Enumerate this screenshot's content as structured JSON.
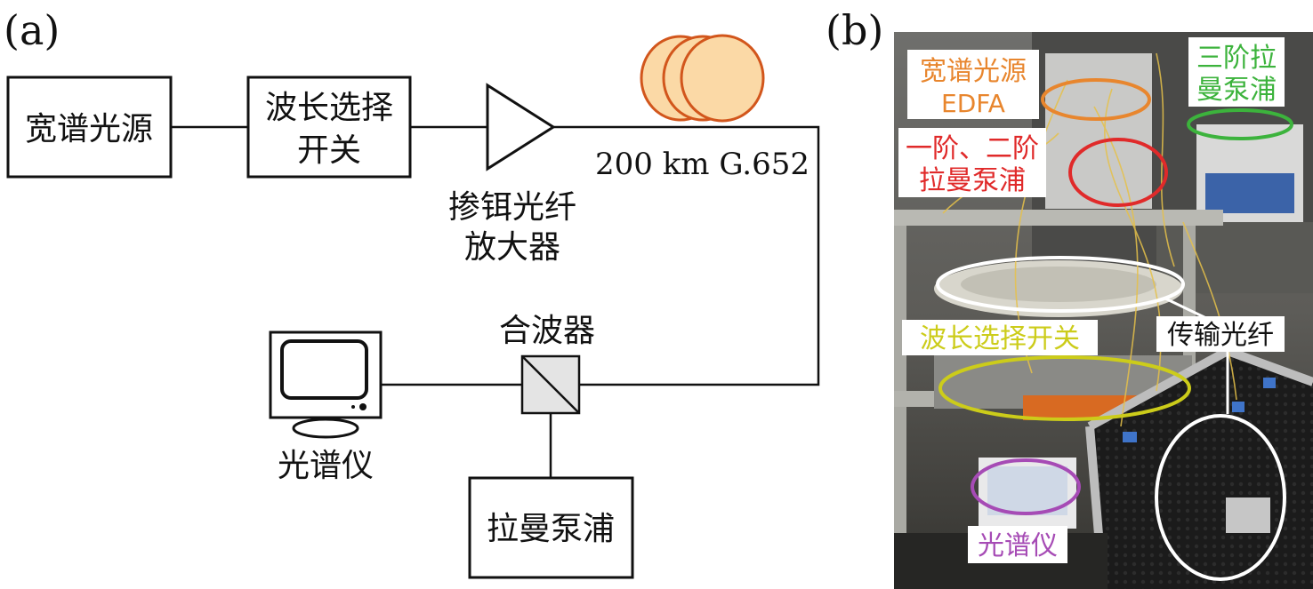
{
  "panel_a": {
    "label": "(a)",
    "broadband_source": "宽谱光源",
    "wss_line1": "波长选择",
    "wss_line2": "开关",
    "edfa_line1": "掺铒光纤",
    "edfa_line2": "放大器",
    "fiber_label": "200 km G.652",
    "combiner_label": "合波器",
    "osa_label": "光谱仪",
    "raman_pump": "拉曼泵浦"
  },
  "panel_b": {
    "label": "(b)",
    "source_line1": "宽谱光源",
    "source_line2": "EDFA",
    "pump12_line1": "一阶、二阶",
    "pump12_line2": "拉曼泵浦",
    "pump3_line1": "三阶拉",
    "pump3_line2": "曼泵浦",
    "wss": "波长选择开关",
    "fiber": "传输光纤",
    "osa": "光谱仪"
  },
  "colors": {
    "source_edfa": "#e8862e",
    "pump12": "#e02a2a",
    "pump3": "#3cb33c",
    "wss": "#cccc1a",
    "fiber": "#ffffff",
    "osa": "#a64bb5",
    "fiber_spool_fill": "#fbd9a6",
    "fiber_spool_stroke": "#d2561c"
  }
}
